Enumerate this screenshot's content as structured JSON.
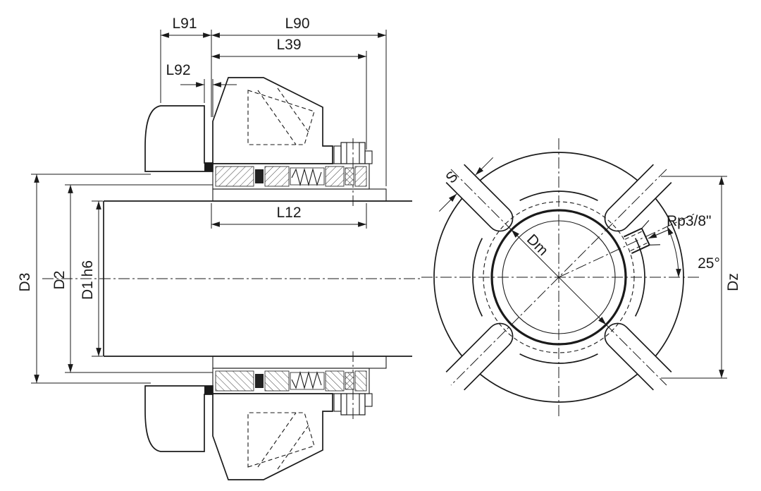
{
  "drawing": {
    "type": "technical-drawing",
    "colors": {
      "line": "#1a1a1a",
      "background": "#ffffff"
    },
    "section_view": {
      "l91": "L91",
      "l90": "L90",
      "l39": "L39",
      "l92": "L92",
      "l12": "L12",
      "d3": "D3",
      "d2": "D2",
      "d1": "D1 h6"
    },
    "front_view": {
      "s": "S",
      "dm": "Dm",
      "rp": "Rp3/8\"",
      "angle": "25°",
      "dz": "Dz"
    }
  }
}
